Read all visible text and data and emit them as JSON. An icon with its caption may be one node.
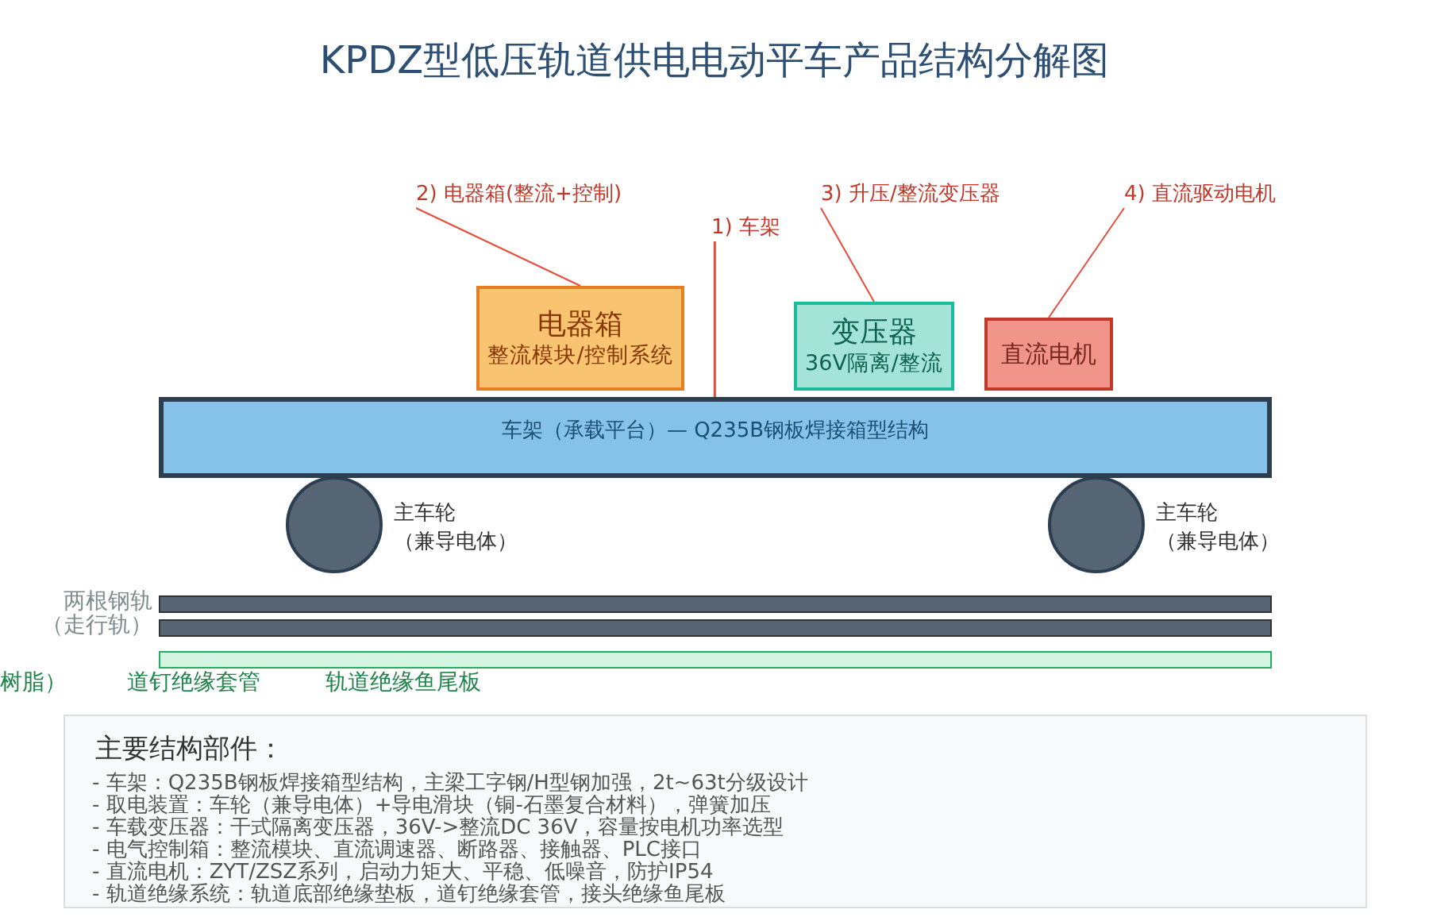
{
  "diagram": {
    "title": "KPDZ型低压轨道供电电动平车产品结构分解图",
    "nodes": [
      {
        "text": [
          "2) 电器箱(整流+控制)"
        ]
      },
      {
        "text": [
          "3) 升压/整流变压器"
        ]
      },
      {
        "text": [
          "4) 直流驱动电机"
        ]
      },
      {
        "text": [
          "1) 车架"
        ]
      },
      {
        "text": [
          "电器箱",
          "整流模块/控制系统"
        ]
      },
      {
        "text": [
          "变压器",
          "36V隔离/整流"
        ]
      },
      {
        "text": [
          "直流电机"
        ]
      },
      {
        "text": [
          "车架（承载平台）— Q235B钢板焊接箱型结构"
        ]
      },
      {
        "text": [],
        "shape": "circle",
        "beside": [
          "主车轮",
          "（兼导电体）"
        ]
      },
      {
        "text": [],
        "shape": "circle",
        "beside": [
          "主车轮",
          "（兼导电体）"
        ]
      },
      {
        "text": [
          "主要结构部件：",
          "- 车架：Q235B钢板焊接箱型结构，主梁工字钢/H型钢加强，2t~63t分级设计",
          "- 取电装置：车轮（兼导电体）+导电滑块（铜-石墨复合材料），弹簧加压",
          "- 车载变压器：干式隔离变压器，36V->整流DC 36V，容量按电机功率选型",
          "- 电气控制箱：整流模块、直流调速器、断路器、接触器、PLC接口",
          "- 直流电机：ZYT/ZSZ系列，启动力矩大、平稳、低噪音，防护IP54",
          "- 轨道绝缘系统：轨道底部绝缘垫板，道钉绝缘套管，接头绝缘鱼尾板"
        ]
      }
    ],
    "edges": [
      {
        "from": 0,
        "to": 4,
        "arrow": "none"
      },
      {
        "from": 1,
        "to": 5,
        "arrow": "none"
      },
      {
        "from": 2,
        "to": 6,
        "arrow": "none"
      },
      {
        "from": 3,
        "to": 7,
        "arrow": "none"
      }
    ],
    "labels": [
      "两根钢轨（走行轨）",
      "树脂）",
      "道钉绝缘套管",
      "轨道绝缘鱼尾板"
    ]
  }
}
